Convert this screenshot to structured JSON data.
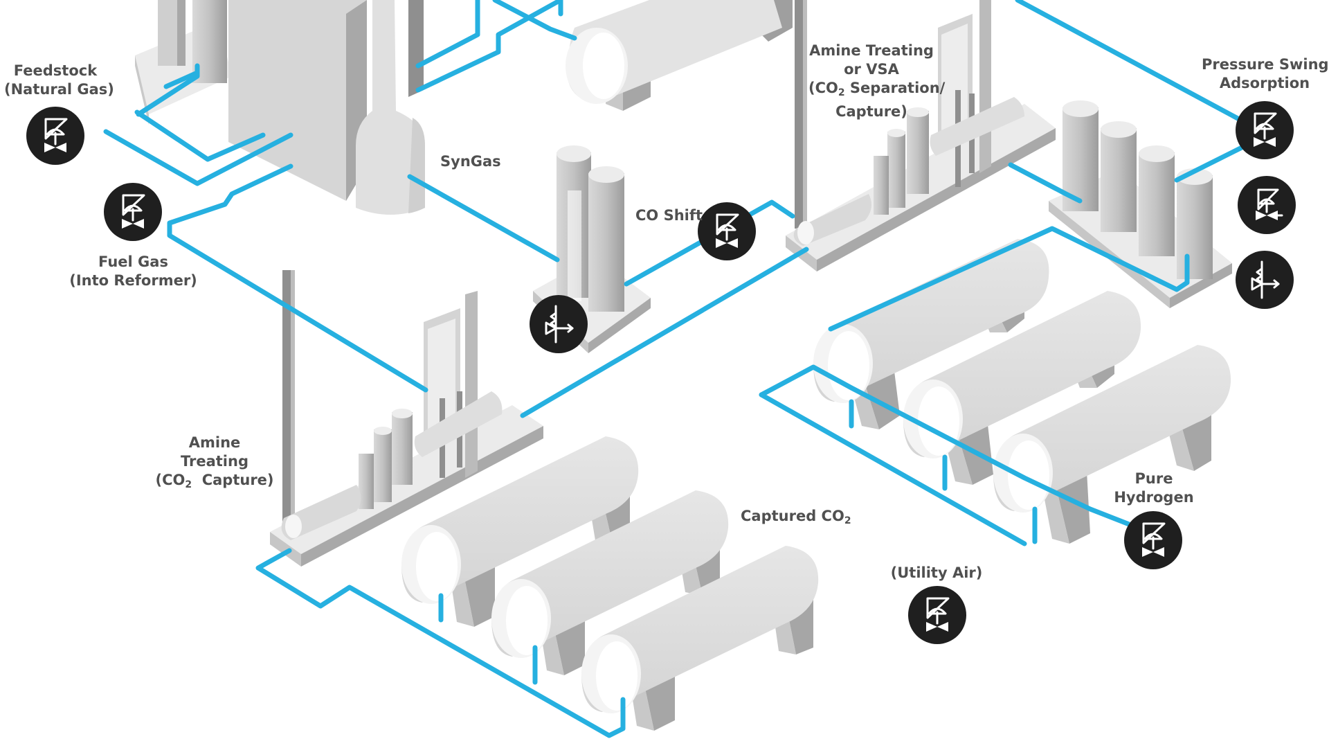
{
  "colors": {
    "pipe": "#26b0e0",
    "equipment_light": "#e4e4e4",
    "equipment_mid": "#cfcfcf",
    "equipment_dark": "#9f9f9f",
    "platform": "#ebebeb",
    "valve_badge": "#1f1f1f",
    "label_text": "#505050"
  },
  "labels": {
    "feedstock": {
      "line1": "Feedstock",
      "line2": "(Natural Gas)"
    },
    "fuel_gas": {
      "line1": "Fuel Gas",
      "line2": "(Into Reformer)"
    },
    "syngas": "SynGas",
    "co_shift": "CO Shift",
    "amine_vsa": {
      "line1": "Amine Treating",
      "line2": "or VSA",
      "line3_pre": "(CO",
      "line3_sub": "2",
      "line3_post": " Separation/",
      "line4": "Capture)"
    },
    "psa": {
      "line1": "Pressure Swing",
      "line2": "Adsorption"
    },
    "amine_capture": {
      "line1": "Amine",
      "line2": "Treating",
      "line3_pre": "(CO",
      "line3_sub": "2",
      "line3_post": "  Capture)"
    },
    "captured_co2": {
      "pre": "Captured CO",
      "sub": "2"
    },
    "pure_hydrogen": {
      "line1": "Pure",
      "line2": "Hydrogen"
    },
    "utility_air": "(Utility Air)"
  },
  "icons": {
    "control_valve": "control-valve-icon",
    "regulator_valve": "pressure-regulator-icon",
    "relief_valve": "relief-valve-icon"
  }
}
